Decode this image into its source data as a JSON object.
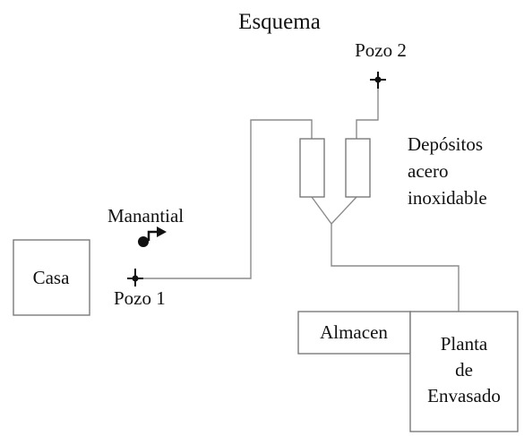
{
  "title": "Esquema",
  "labels": {
    "well_2": "Pozo 2",
    "tanks": [
      "Depósitos",
      "acero",
      "inoxidable"
    ],
    "spring": "Manantial",
    "house": "Casa",
    "well_1": "Pozo 1",
    "warehouse": "Almacen",
    "bottling_plant": [
      "Planta",
      "de",
      "Envasado"
    ]
  },
  "icons": {
    "well": "well-symbol-icon",
    "spring": "spring-flow-icon"
  }
}
